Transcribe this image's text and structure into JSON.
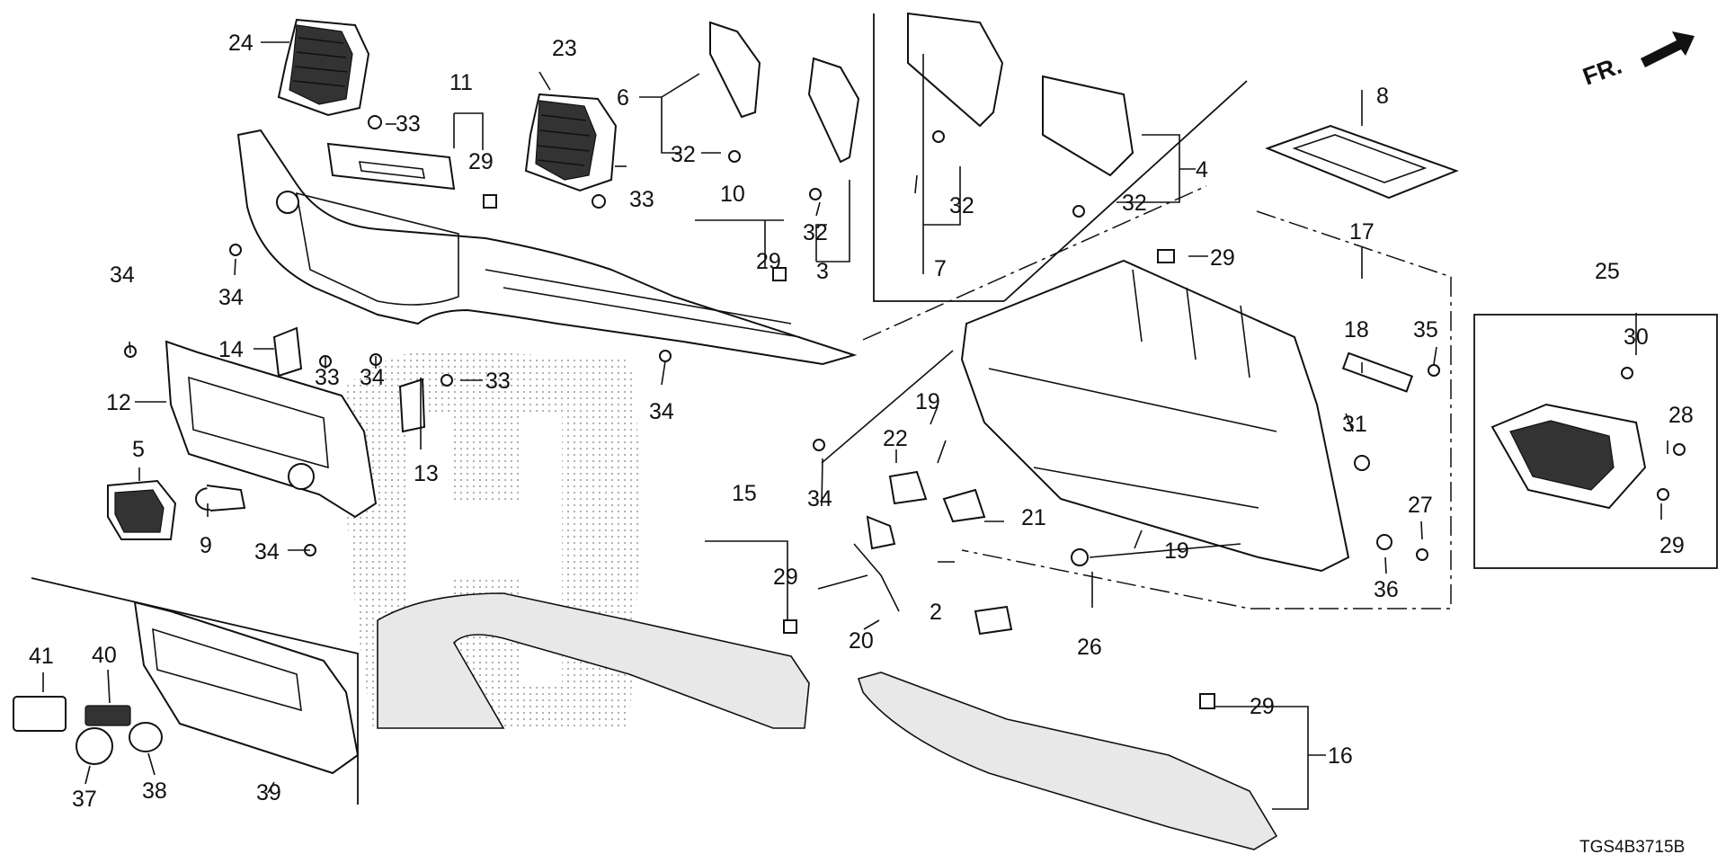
{
  "diagram": {
    "drawing_code": "TGS4B3715B",
    "front_indicator": "FR.",
    "part_labels": [
      "24",
      "23",
      "11",
      "33",
      "29",
      "6",
      "32",
      "3",
      "7",
      "4",
      "8",
      "10",
      "17",
      "34",
      "14",
      "12",
      "5",
      "9",
      "13",
      "15",
      "18",
      "35",
      "19",
      "22",
      "21",
      "31",
      "20",
      "2",
      "26",
      "27",
      "36",
      "25",
      "30",
      "28",
      "16",
      "41",
      "40",
      "37",
      "38",
      "39"
    ]
  }
}
